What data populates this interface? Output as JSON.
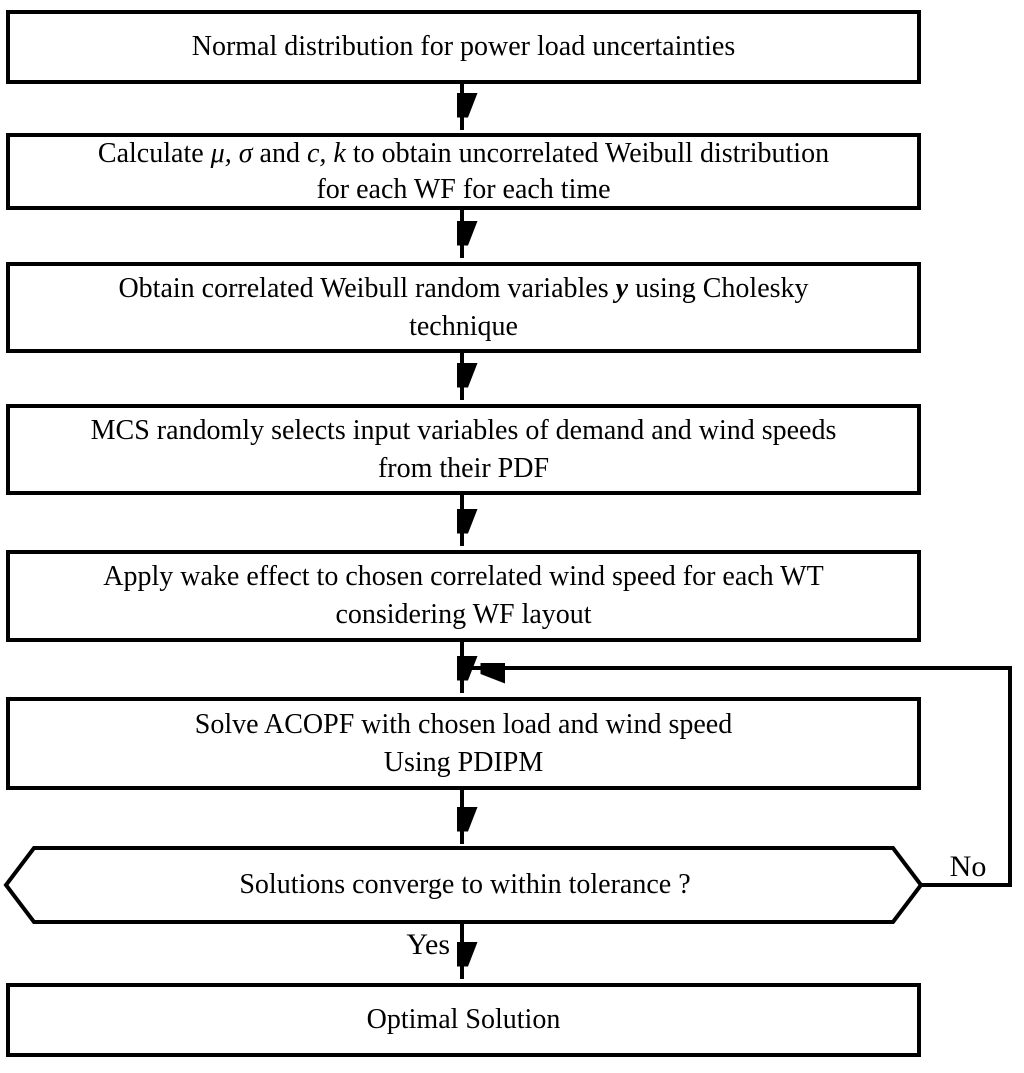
{
  "flowchart": {
    "colors": {
      "background": "#ffffff",
      "line": "#000000",
      "text": "#000000"
    },
    "steps": {
      "box1": {
        "line1": "Normal distribution for power load uncertainties"
      },
      "box2": {
        "line1": {
          "s0": "Calculate ",
          "s1": "μ, σ",
          "s2": " and ",
          "s3": "c, k",
          "s4": " to obtain uncorrelated Weibull distribution"
        },
        "line2": "for each WF for each time"
      },
      "box3": {
        "line1": {
          "s0": "Obtain correlated Weibull random variables ",
          "s1": "y",
          "s2": " using Cholesky"
        },
        "line2": "technique"
      },
      "box4": {
        "line1": "MCS randomly selects input variables of demand and wind speeds",
        "line2": "from their PDF"
      },
      "box5": {
        "line1": "Apply wake effect to chosen correlated wind speed for each WT",
        "line2": "considering WF layout"
      },
      "box6": {
        "line1": "Solve ACOPF with chosen load and wind speed",
        "line2": "Using PDIPM"
      },
      "decision": {
        "line1": "Solutions converge to within tolerance ?"
      },
      "final": {
        "line1": "Optimal Solution"
      }
    },
    "labels": {
      "no": "No",
      "yes": "Yes"
    }
  }
}
